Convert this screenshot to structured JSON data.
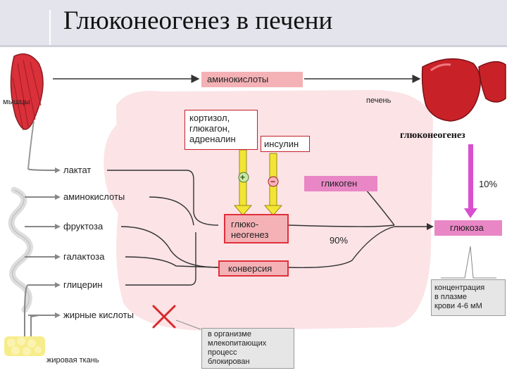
{
  "title": "Глюконеогенез в печени",
  "labels": {
    "muscle": "мышцы",
    "liver": "печень",
    "adipose": "жировая ткань",
    "gluconeogenesis_caption": "глюконеогенез",
    "percent_10": "10%",
    "percent_90": "90%",
    "plus": "+",
    "minus": "−"
  },
  "sources": [
    "лактат",
    "аминокислоты",
    "фруктоза",
    "галактоза",
    "глицерин",
    "жирные кислоты"
  ],
  "boxes": {
    "amino_acids_top": "аминокислоты",
    "hormones": "кортизол,\nглюкагон,\nадреналин",
    "insulin": "инсулин",
    "glycogen": "гликоген",
    "gluconeogenesis": "глюко-\nнеогенез",
    "conversion": "конверсия",
    "glucose": "глюкоза",
    "blocked_note": "в организме\nмлекопитающих\nпроцесс\nблокирован",
    "concentration": "концентрация\nв плазме\nкрови 4-6 мМ"
  },
  "colors": {
    "pink_box": "#f4b2b6",
    "magenta_box": "#e987c6",
    "arrow_yellow": "#f3e534",
    "arrow_magenta": "#d94fd0",
    "background_blob": "#fbe3e6",
    "cross_red": "#d8282a"
  }
}
